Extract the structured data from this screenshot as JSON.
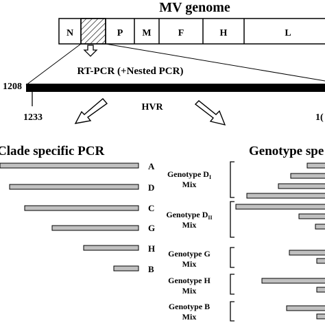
{
  "title": "MV genome",
  "genome_segments": [
    "N",
    "",
    "P",
    "M",
    "F",
    "H",
    "L"
  ],
  "rt_pcr_label": "RT-PCR (+Nested  PCR)",
  "pos_start": "1208",
  "pos_left": "1233",
  "pos_right_partial": "1(",
  "hvr_label": "HVR",
  "clade_title": "Clade specific PCR",
  "clade_labels": [
    "A",
    "D",
    "C",
    "G",
    "H",
    "B"
  ],
  "genotype_title_partial": "Genotype spe",
  "genotype_mixes": [
    {
      "line1": "Genotype D",
      "sub": "I",
      "line2": "Mix"
    },
    {
      "line1": "Genotype D",
      "sub": "II",
      "line2": "Mix"
    },
    {
      "line1": "Genotype G",
      "sub": "",
      "line2": "Mix"
    },
    {
      "line1": "Genotype H",
      "sub": "",
      "line2": "Mix"
    },
    {
      "line1": "Genotype B",
      "sub": "",
      "line2": "Mix"
    }
  ]
}
